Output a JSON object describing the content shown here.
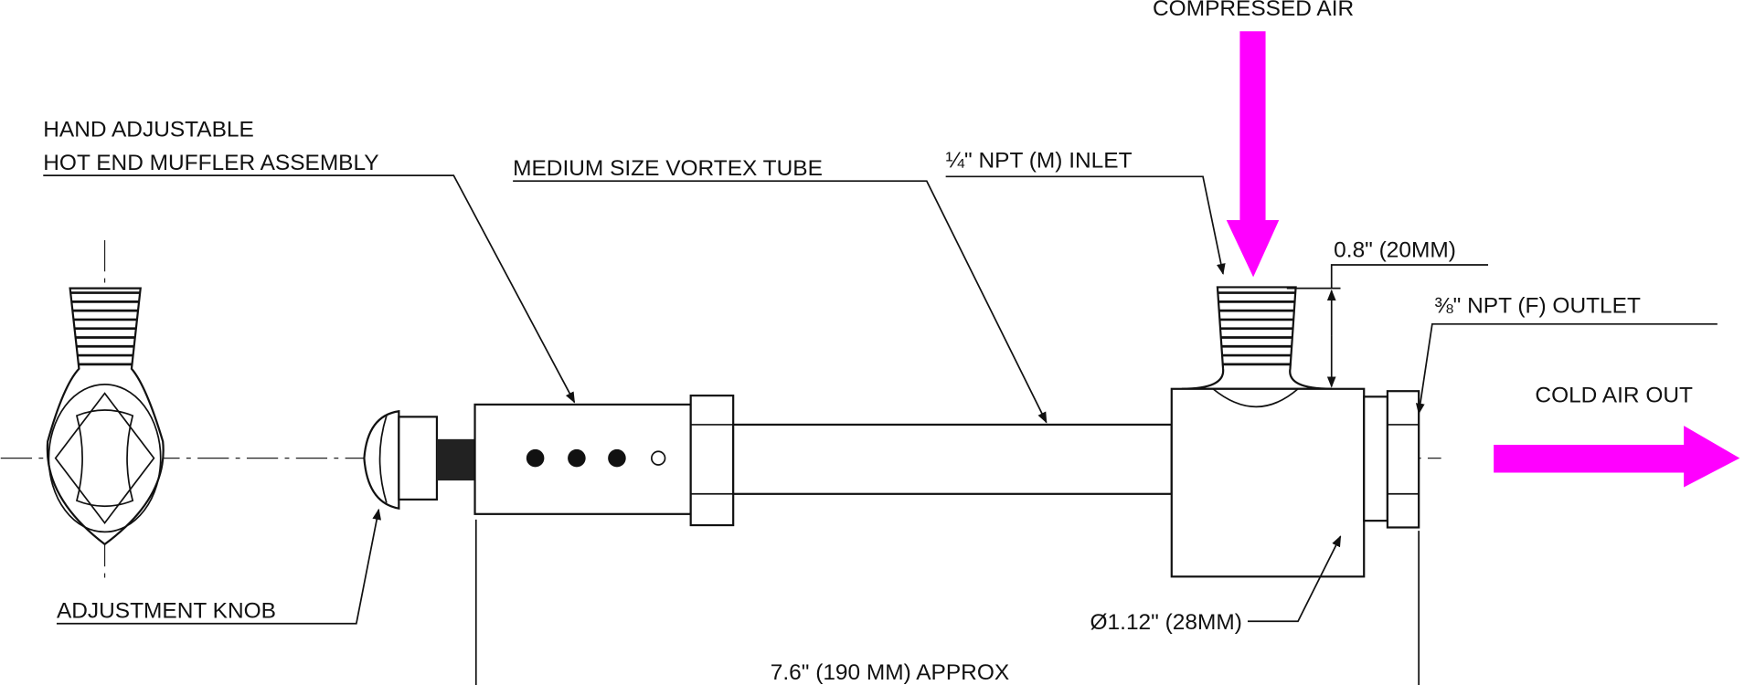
{
  "labels": {
    "compressed_air": "COMPRESSED AIR",
    "hand_adjustable": "HAND ADJUSTABLE",
    "hot_end_muffler": "HOT END MUFFLER ASSEMBLY",
    "vortex_tube": "MEDIUM SIZE VORTEX TUBE",
    "inlet": "¼\" NPT (M) INLET",
    "inlet_height": "0.8\" (20MM)",
    "outlet": "⅜\" NPT (F) OUTLET",
    "cold_air_out": "COLD AIR OUT",
    "adjustment_knob": "ADJUSTMENT KNOB",
    "diameter": "Ø1.12\" (28MM)",
    "overall_length": "7.6\" (190 MM) APPROX"
  },
  "colors": {
    "arrow": "#ff00ff",
    "line": "#111111"
  }
}
